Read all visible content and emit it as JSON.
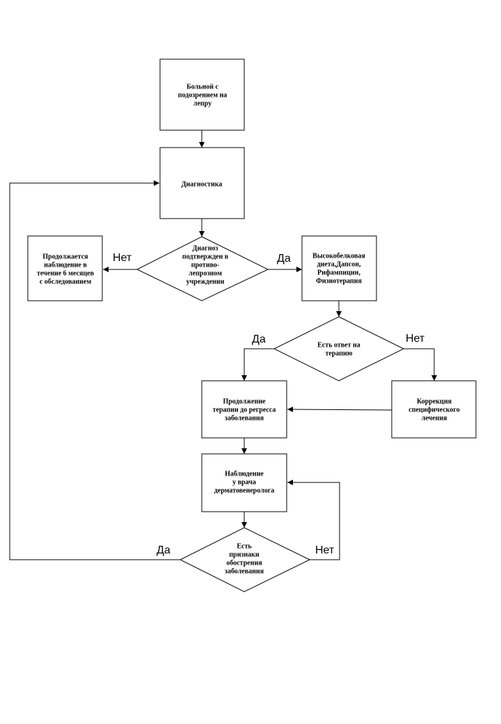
{
  "nodes": {
    "patient": {
      "lines": [
        "Больной с",
        "подозрением на",
        "лепру"
      ]
    },
    "diagnostics": {
      "lines": [
        "Диагностика"
      ]
    },
    "confirmed": {
      "lines": [
        "Диагноз",
        "подтвержден в",
        "противо-",
        "лепрозном",
        "учреждении"
      ]
    },
    "observe6": {
      "lines": [
        "Продолжается",
        "наблюдение в",
        "течение 6 месяцев",
        "с обследованием"
      ]
    },
    "diet": {
      "lines": [
        "Высокобелковая",
        "диета,Дапсон,",
        "Рифампицин,",
        "Физиотерапия"
      ]
    },
    "response": {
      "lines": [
        "Есть ответ на",
        "терапию"
      ]
    },
    "continue": {
      "lines": [
        "Продолжение",
        "терапии до регресса",
        "заболевания"
      ]
    },
    "correction": {
      "lines": [
        "Коррекция",
        "специфического",
        "лечения"
      ]
    },
    "observation": {
      "lines": [
        "Наблюдение",
        "у врача",
        "дерматовенеролога"
      ]
    },
    "exacerbation": {
      "lines": [
        "Есть",
        "признаки",
        "обострения",
        "заболевания"
      ]
    }
  },
  "edge_labels": {
    "confirmed_no": "Нет",
    "confirmed_yes": "Да",
    "response_yes": "Да",
    "response_no": "Нет",
    "exacerbation_yes": "Да",
    "exacerbation_no": "Нет"
  }
}
